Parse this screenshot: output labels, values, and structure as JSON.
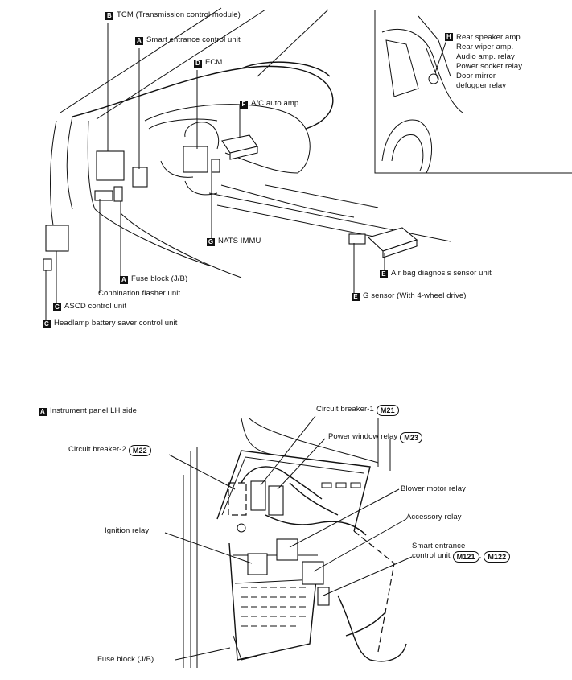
{
  "top": {
    "tcm": {
      "badge": "B",
      "text": "TCM (Transmission control module)"
    },
    "smart_entrance": {
      "badge": "A",
      "text": "Smart entrance control unit"
    },
    "ecm": {
      "badge": "D",
      "text": "ECM"
    },
    "ac_amp": {
      "badge": "F",
      "text": "A/C auto amp."
    },
    "rear": {
      "badge": "H",
      "lines": [
        "Rear speaker amp.",
        "Rear wiper amp.",
        "Audio amp. relay",
        "Power socket relay",
        "Door mirror",
        "defogger relay"
      ]
    },
    "nats": {
      "badge": "G",
      "text": "NATS IMMU"
    },
    "airbag": {
      "badge": "E",
      "text": "Air bag diagnosis sensor unit"
    },
    "fuse_block": {
      "badge": "A",
      "text": "Fuse block (J/B)"
    },
    "flasher": {
      "text": "Conbination flasher unit"
    },
    "ascd": {
      "badge": "C",
      "text": "ASCD control unit"
    },
    "g_sensor": {
      "badge": "E",
      "text": "G sensor (With 4-wheel drive)"
    },
    "headlamp": {
      "badge": "C",
      "text": "Headlamp battery saver control unit"
    }
  },
  "bottom": {
    "title": {
      "badge": "A",
      "text": "Instrument panel LH side"
    },
    "cb1": {
      "text": "Circuit breaker-1",
      "conn": "M21"
    },
    "pwr": {
      "text": "Power window relay",
      "conn": "M23"
    },
    "cb2": {
      "text": "Circuit breaker-2",
      "conn": "M22"
    },
    "blower": {
      "text": "Blower motor relay"
    },
    "accessory": {
      "text": "Accessory relay"
    },
    "ignition": {
      "text": "Ignition relay"
    },
    "smart": {
      "line1": "Smart entrance",
      "line2": "control unit",
      "conn1": "M121",
      "sep": ",",
      "conn2": "M122"
    },
    "fuse": {
      "text": "Fuse block (J/B)"
    }
  }
}
